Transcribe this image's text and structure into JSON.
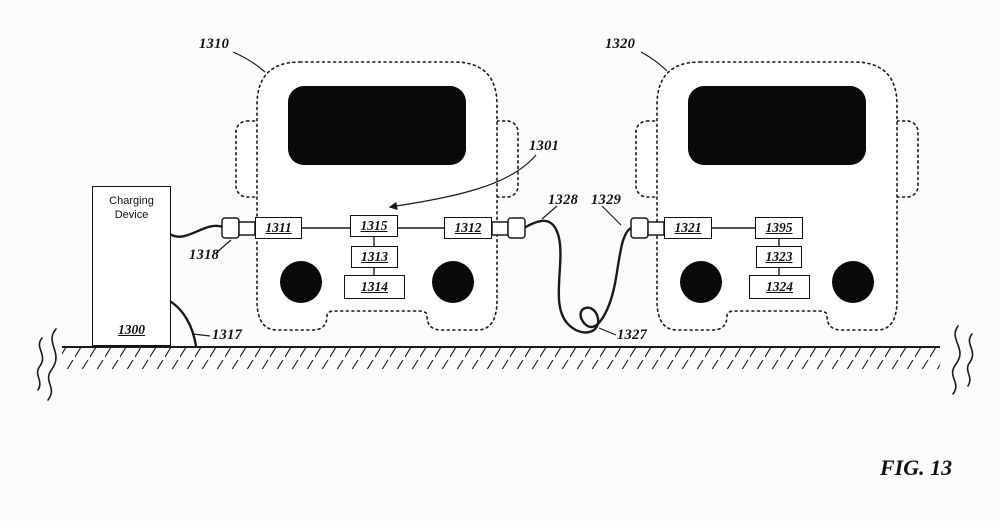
{
  "figure_label": "FIG. 13",
  "charging_device": {
    "title": "Charging Device",
    "ref": "1300"
  },
  "vehicle1": {
    "ref": "1310",
    "box_1311": "1311",
    "box_1315": "1315",
    "box_1312": "1312",
    "box_1313": "1313",
    "box_1314": "1314"
  },
  "vehicle2": {
    "ref": "1320",
    "box_1321": "1321",
    "box_1395": "1395",
    "box_1323": "1323",
    "box_1324": "1324"
  },
  "callouts": {
    "system_arrow": "1301",
    "connector_left": "1318",
    "ground_cable": "1317",
    "hanging_cable": "1327",
    "connector_a": "1328",
    "connector_b": "1329"
  },
  "colors": {
    "ink": "#1a1a1a",
    "background": "#fcfcfc"
  }
}
